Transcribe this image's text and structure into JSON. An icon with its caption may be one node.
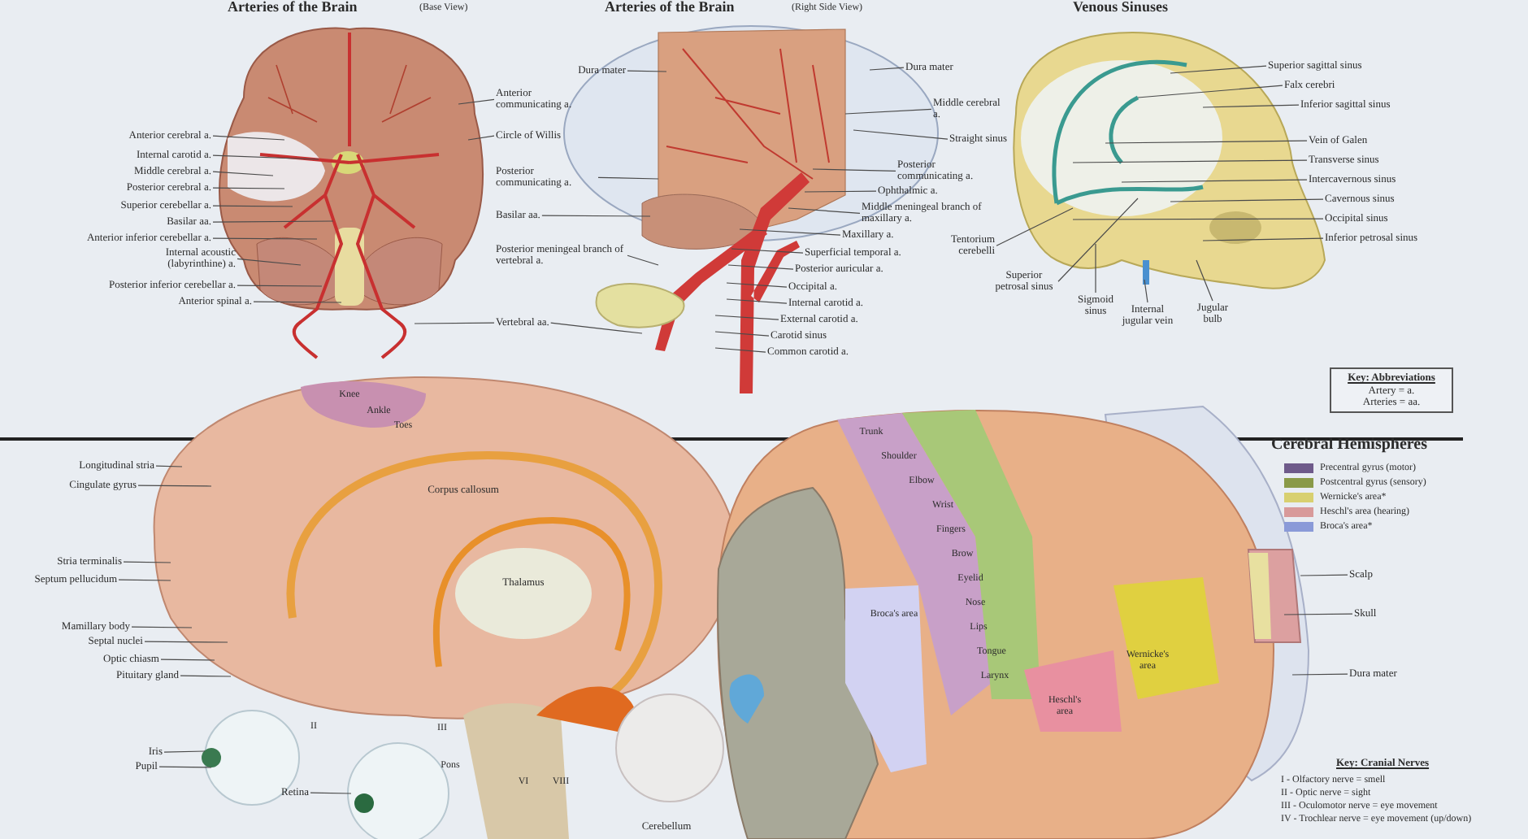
{
  "diagram": {
    "nodes": [
      {
        "text": [
          "Anterior cerebral a."
        ]
      },
      {
        "text": [
          "Internal carotid a."
        ]
      },
      {
        "text": [
          "Middle cerebral a."
        ]
      },
      {
        "text": [
          "Posterior cerebral a."
        ]
      },
      {
        "text": [
          "Superior cerebellar a."
        ]
      },
      {
        "text": [
          "Basilar aa."
        ]
      },
      {
        "text": [
          "Anterior inferior cerebellar a."
        ]
      },
      {
        "text": [
          "Internal acoustic (labyrinthine) a."
        ]
      },
      {
        "text": [
          "Posterior inferior cerebellar a."
        ]
      },
      {
        "text": [
          "Anterior spinal a."
        ]
      },
      {
        "text": [
          "Anterior communicating a."
        ]
      },
      {
        "text": [
          "Circle of Willis"
        ]
      },
      {
        "text": [
          "Posterior communicating a."
        ]
      },
      {
        "text": [
          "Basilar aa."
        ]
      },
      {
        "text": [
          "Posterior meningeal branch of vertebral a."
        ]
      },
      {
        "text": [
          "Vertebral aa."
        ]
      },
      {
        "text": [
          "Dura mater"
        ]
      },
      {
        "text": [
          "Dura mater"
        ]
      },
      {
        "text": [
          "Middle cerebral a."
        ]
      },
      {
        "text": [
          "Straight sinus"
        ]
      },
      {
        "text": [
          "Posterior communicating a."
        ]
      },
      {
        "text": [
          "Ophthalmic a."
        ]
      },
      {
        "text": [
          "Middle meningeal branch of maxillary a."
        ]
      },
      {
        "text": [
          "Maxillary a."
        ]
      },
      {
        "text": [
          "Superficial temporal a."
        ]
      },
      {
        "text": [
          "Posterior auricular a."
        ]
      },
      {
        "text": [
          "Occipital a."
        ]
      },
      {
        "text": [
          "Internal carotid a."
        ]
      },
      {
        "text": [
          "External carotid a."
        ]
      },
      {
        "text": [
          "Carotid sinus"
        ]
      },
      {
        "text": [
          "Common carotid a."
        ]
      },
      {
        "text": [
          "Superior sagittal sinus"
        ]
      },
      {
        "text": [
          "Falx cerebri"
        ]
      },
      {
        "text": [
          "Inferior sagittal sinus"
        ]
      },
      {
        "text": [
          "Vein of Galen"
        ]
      },
      {
        "text": [
          "Transverse sinus"
        ]
      },
      {
        "text": [
          "Intercavernous sinus"
        ]
      },
      {
        "text": [
          "Cavernous sinus"
        ]
      },
      {
        "text": [
          "Occipital sinus"
        ]
      },
      {
        "text": [
          "Inferior petrosal sinus"
        ]
      },
      {
        "text": [
          "Tentorium cerebelli"
        ]
      },
      {
        "text": [
          "Superior petrosal sinus"
        ]
      },
      {
        "text": [
          "Sigmoid sinus"
        ]
      },
      {
        "text": [
          "Internal jugular vein"
        ]
      },
      {
        "text": [
          "Jugular bulb"
        ]
      },
      {
        "text": [
          "Key: Abbreviations",
          "Artery = a.",
          "Arteries = aa."
        ]
      },
      {
        "text": [
          "Longitudinal stria"
        ]
      },
      {
        "text": [
          "Cingulate gyrus"
        ]
      },
      {
        "text": [
          "Stria terminalis"
        ]
      },
      {
        "text": [
          "Septum pellucidum"
        ]
      },
      {
        "text": [
          "Mamillary body"
        ]
      },
      {
        "text": [
          "Septal nuclei"
        ]
      },
      {
        "text": [
          "Optic chiasm"
        ]
      },
      {
        "text": [
          "Pituitary gland"
        ]
      },
      {
        "text": [
          "Iris"
        ]
      },
      {
        "text": [
          "Pupil"
        ]
      },
      {
        "text": [
          "Retina"
        ]
      },
      {
        "text": [
          "Scalp"
        ]
      },
      {
        "text": [
          "Skull"
        ]
      },
      {
        "text": [
          "Dura mater"
        ]
      }
    ],
    "edges": [
      {
        "from": 0,
        "to": null,
        "arrow": "none"
      },
      {
        "from": 1,
        "to": null,
        "arrow": "none"
      },
      {
        "from": 2,
        "to": null,
        "arrow": "none"
      },
      {
        "from": 3,
        "to": null,
        "arrow": "none"
      },
      {
        "from": 4,
        "to": null,
        "arrow": "none"
      },
      {
        "from": 5,
        "to": null,
        "arrow": "none"
      },
      {
        "from": 6,
        "to": null,
        "arrow": "none"
      },
      {
        "from": 7,
        "to": null,
        "arrow": "none"
      },
      {
        "from": 8,
        "to": null,
        "arrow": "none"
      },
      {
        "from": 9,
        "to": null,
        "arrow": "none"
      },
      {
        "from": 10,
        "to": null,
        "arrow": "none"
      },
      {
        "from": 11,
        "to": null,
        "arrow": "none"
      },
      {
        "from": 12,
        "to": null,
        "arrow": "none"
      },
      {
        "from": 13,
        "to": null,
        "arrow": "none"
      },
      {
        "from": 14,
        "to": null,
        "arrow": "none"
      },
      {
        "from": 15,
        "to": null,
        "arrow": "none"
      },
      {
        "from": 15,
        "to": null,
        "arrow": "none"
      },
      {
        "from": 16,
        "to": null,
        "arrow": "none"
      },
      {
        "from": 17,
        "to": null,
        "arrow": "none"
      },
      {
        "from": 18,
        "to": null,
        "arrow": "none"
      },
      {
        "from": 19,
        "to": null,
        "arrow": "none"
      },
      {
        "from": 20,
        "to": null,
        "arrow": "none"
      },
      {
        "from": 21,
        "to": null,
        "arrow": "none"
      },
      {
        "from": 22,
        "to": null,
        "arrow": "none"
      },
      {
        "from": 23,
        "to": null,
        "arrow": "none"
      },
      {
        "from": 24,
        "to": null,
        "arrow": "none"
      },
      {
        "from": 25,
        "to": null,
        "arrow": "none"
      },
      {
        "from": 26,
        "to": null,
        "arrow": "none"
      },
      {
        "from": 27,
        "to": null,
        "arrow": "none"
      },
      {
        "from": 28,
        "to": null,
        "arrow": "none"
      },
      {
        "from": 29,
        "to": null,
        "arrow": "none"
      },
      {
        "from": 30,
        "to": null,
        "arrow": "none"
      },
      {
        "from": 31,
        "to": null,
        "arrow": "none"
      },
      {
        "from": 32,
        "to": null,
        "arrow": "none"
      },
      {
        "from": 33,
        "to": null,
        "arrow": "none"
      },
      {
        "from": 34,
        "to": null,
        "arrow": "none"
      },
      {
        "from": 35,
        "to": null,
        "arrow": "none"
      },
      {
        "from": 36,
        "to": null,
        "arrow": "none"
      },
      {
        "from": 37,
        "to": null,
        "arrow": "none"
      },
      {
        "from": 38,
        "to": null,
        "arrow": "none"
      },
      {
        "from": 39,
        "to": null,
        "arrow": "none"
      },
      {
        "from": 40,
        "to": null,
        "arrow": "none"
      },
      {
        "from": 41,
        "to": null,
        "arrow": "none"
      },
      {
        "from": 42,
        "to": null,
        "arrow": "none"
      },
      {
        "from": 43,
        "to": null,
        "arrow": "none"
      },
      {
        "from": 44,
        "to": null,
        "arrow": "none"
      },
      {
        "from": 46,
        "to": null,
        "arrow": "none"
      },
      {
        "from": 47,
        "to": null,
        "arrow": "none"
      },
      {
        "from": 48,
        "to": null,
        "arrow": "none"
      },
      {
        "from": 49,
        "to": null,
        "arrow": "none"
      },
      {
        "from": 50,
        "to": null,
        "arrow": "none"
      },
      {
        "from": 51,
        "to": null,
        "arrow": "none"
      },
      {
        "from": 52,
        "to": null,
        "arrow": "none"
      },
      {
        "from": 53,
        "to": null,
        "arrow": "none"
      },
      {
        "from": 54,
        "to": null,
        "arrow": "none"
      },
      {
        "from": 55,
        "to": null,
        "arrow": "none"
      },
      {
        "from": 56,
        "to": null,
        "arrow": "none"
      },
      {
        "from": 57,
        "to": null,
        "arrow": "none"
      },
      {
        "from": 58,
        "to": null,
        "arrow": "none"
      },
      {
        "from": 59,
        "to": null,
        "arrow": "none"
      }
    ],
    "labels": [
      "Arteries of the Brain",
      "(Base View)",
      "Arteries of the Brain",
      "(Right Side View)",
      "Venous Sinuses",
      "Knee",
      "Ankle",
      "Toes",
      "Corpus callosum",
      "Thalamus",
      "II",
      "III",
      "Pons",
      "VI",
      "VIII",
      "Cerebellum",
      "Trunk",
      "Shoulder",
      "Elbow",
      "Wrist",
      "Fingers",
      "Brow",
      "Eyelid",
      "Nose",
      "Lips",
      "Tongue",
      "Larynx",
      "Broca's area",
      "Wernicke's area",
      "Heschl's area",
      "Cerebral Hemispheres",
      "Key: Cranial Nerves",
      "I - Olfactory nerve = smell",
      "II - Optic nerve = sight",
      "III - Oculomotor nerve = eye movement",
      "IV - Trochlear nerve = eye movement (up/down)"
    ],
    "legend": [
      {
        "text": "Precentral gyrus (motor)",
        "color": "#6e5a8a"
      },
      {
        "text": "Postcentral gyrus (sensory)",
        "color": "#8a9a48"
      },
      {
        "text": "Wernicke's area*",
        "color": "#d8d070"
      },
      {
        "text": "Heschl's area (hearing)",
        "color": "#d89a9a"
      },
      {
        "text": "Broca's area*",
        "color": "#8a9ad8"
      }
    ]
  }
}
